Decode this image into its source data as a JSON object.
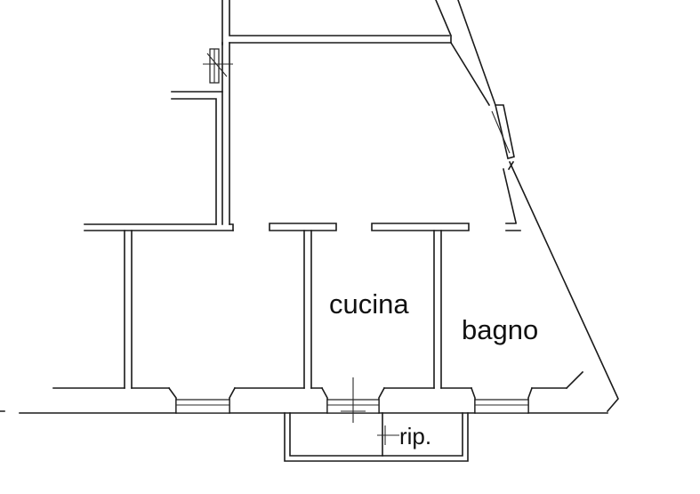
{
  "rooms": {
    "kitchen": "cucina",
    "bathroom": "bagno",
    "storage": "rip."
  }
}
